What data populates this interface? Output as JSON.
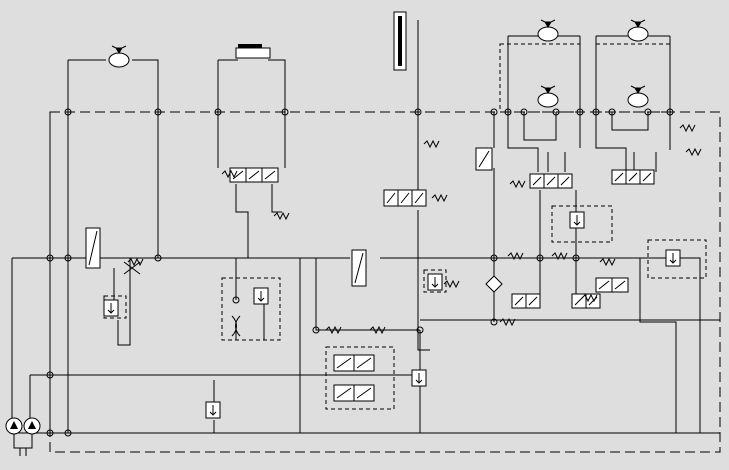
{
  "diagram": {
    "kind": "hydraulic-schematic",
    "background_color": "#dedede",
    "line_color": "#000000",
    "valve_fill": "#ffffff",
    "components": {
      "pumps": 2,
      "hydraulic_motors": 3,
      "cylinders": 2,
      "directional_valves": 6,
      "relief_valves": 6,
      "springs": 16
    }
  }
}
